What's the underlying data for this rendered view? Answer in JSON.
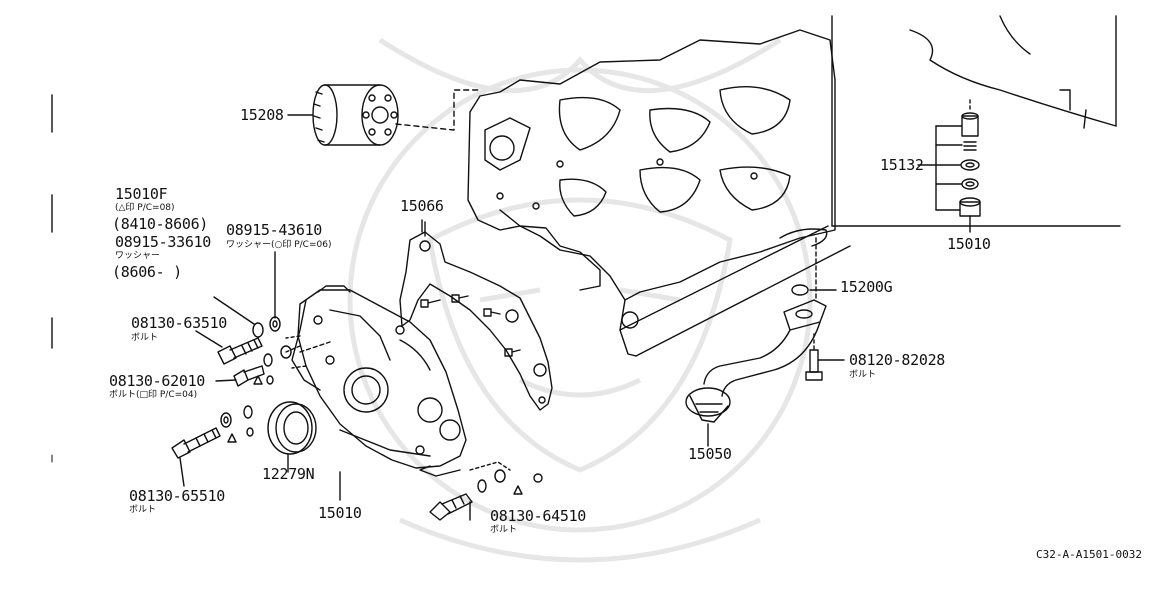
{
  "colors": {
    "line": "#111111",
    "watermark": "#e6e6e6",
    "background": "#ffffff"
  },
  "labels": {
    "p15208": "15208",
    "p15010f": "15010F",
    "p15010f_note": "(△印 P/C=08)",
    "p15010f_range": "(8410-8606)",
    "p08915_33610": "08915-33610",
    "p08915_33610_name": "ワッシャー",
    "p08915_33610_range": "(8606-      )",
    "p08915_43610": "08915-43610",
    "p08915_43610_note": "ワッシャー(○印 P/C=06)",
    "p15066": "15066",
    "p08130_63510": "08130-63510",
    "p08130_63510_name": "ボルト",
    "p08130_62010": "08130-62010",
    "p08130_62010_note": "ボルト(□印 P/C=04)",
    "p08130_65510": "08130-65510",
    "p08130_65510_name": "ボルト",
    "p12279n": "12279N",
    "p15010_lower": "15010",
    "p08130_64510": "08130-64510",
    "p08130_64510_name": "ボルト",
    "p15132": "15132",
    "p15010_inset": "15010",
    "p15200g": "15200G",
    "p08120_82028": "08120-82028",
    "p08120_82028_name": "ボルト",
    "p15050": "15050",
    "diagram_code": "C32-A-A1501-0032"
  }
}
